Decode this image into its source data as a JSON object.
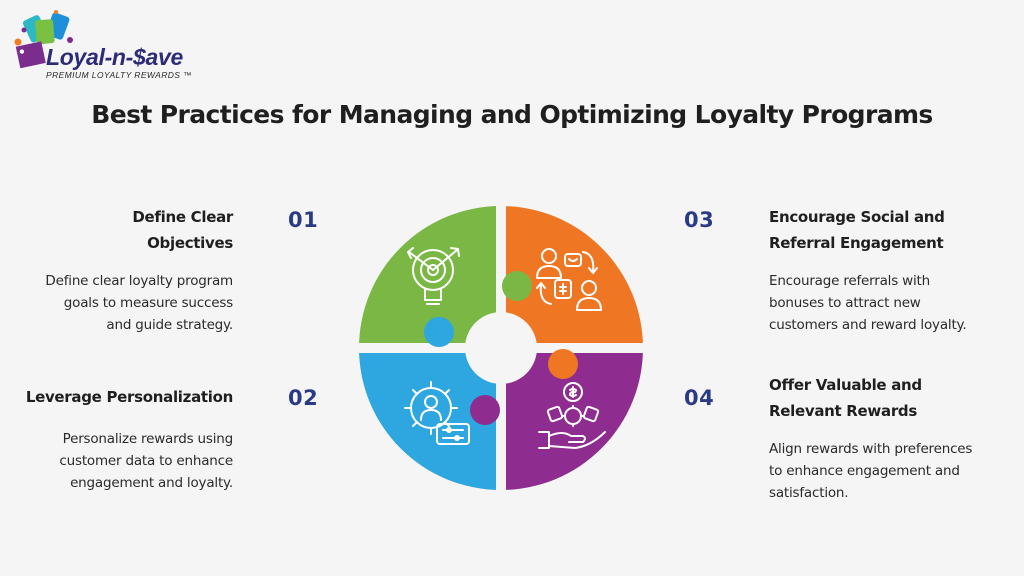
{
  "logo": {
    "name": "Loyal-n-$ave",
    "tagline": "PREMIUM LOYALTY REWARDS ™",
    "colors": [
      "#2db8c5",
      "#7ac143",
      "#7b2d8e",
      "#f47b20",
      "#1e90d8"
    ]
  },
  "title": "Best Practices for Managing and Optimizing Loyalty Programs",
  "steps": [
    {
      "number": "01",
      "heading_line1": "Define Clear",
      "heading_line2": "Objectives",
      "body_line1": "Define clear loyalty program",
      "body_line2": "goals to measure success",
      "body_line3": "and guide strategy.",
      "color": "#7ab745",
      "icon": "lightbulb-target-icon"
    },
    {
      "number": "02",
      "heading_line1": "Leverage Personalization",
      "heading_line2": "",
      "body_line1": "Personalize rewards using",
      "body_line2": "customer data to enhance",
      "body_line3": "engagement and loyalty.",
      "color": "#2ea6df",
      "icon": "gear-person-settings-icon"
    },
    {
      "number": "03",
      "heading_line1": "Encourage Social and",
      "heading_line2": "Referral Engagement",
      "body_line1": "Encourage referrals with",
      "body_line2": "bonuses to attract new",
      "body_line3": "customers and reward loyalty.",
      "color": "#ef7724",
      "icon": "people-referral-exchange-icon"
    },
    {
      "number": "04",
      "heading_line1": "Offer Valuable and",
      "heading_line2": "Relevant Rewards",
      "body_line1": "Align rewards with preferences",
      "body_line2": "to enhance engagement and",
      "body_line3": "satisfaction.",
      "color": "#8e2c8f",
      "icon": "hand-rewards-dollar-icon"
    }
  ],
  "number_color": "#2b3a84"
}
